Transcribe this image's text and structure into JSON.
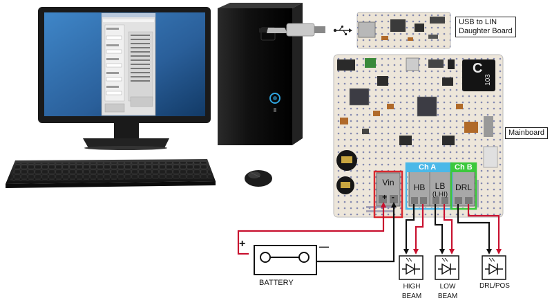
{
  "labels": {
    "daughter_board": [
      "USB to LIN",
      "Daughter Board"
    ],
    "mainboard": "Mainboard",
    "ch_a": "Ch A",
    "ch_b": "Ch B",
    "vin": "Vin",
    "vin_polarity": "+  -",
    "hb": "HB",
    "lb": "LB",
    "lhi": "(LHI)",
    "drl": "DRL",
    "battery": "BATTERY",
    "battery_plus": "+",
    "battery_minus": "—",
    "high_beam": [
      "HIGH",
      "BEAM"
    ],
    "low_beam": [
      "LOW",
      "BEAM"
    ],
    "drl_pos": "DRL/POS",
    "chip_letter": "C",
    "chip_code": "103"
  },
  "colors": {
    "ch_a": "#4ab8e8",
    "ch_b": "#3cc83c",
    "vin": "#d8282e",
    "wire_pos": "#c8102e",
    "wire_neg": "#111111",
    "board": "#ede6da"
  },
  "icons": [
    "usb-icon",
    "led-icon"
  ]
}
